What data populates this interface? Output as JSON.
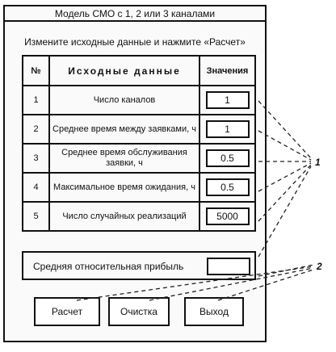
{
  "window": {
    "title": "Модель СМО с 1, 2 или 3 каналами"
  },
  "instruction": "Измените исходные данные и нажмите «Расчет»",
  "table": {
    "headers": {
      "num": "№",
      "data": "Исходные данные",
      "values": "Значения"
    },
    "rows": [
      {
        "num": "1",
        "label": "Число каналов",
        "value": "1"
      },
      {
        "num": "2",
        "label": "Среднее время между заявками, ч",
        "value": "1"
      },
      {
        "num": "3",
        "label": "Среднее время обслуживания заявки, ч",
        "value": "0.5"
      },
      {
        "num": "4",
        "label": "Максимальное время ожидания, ч",
        "value": "0.5"
      },
      {
        "num": "5",
        "label": "Число случайных реализаций",
        "value": "5000"
      }
    ]
  },
  "result": {
    "label": "Средняя относительная прибыль",
    "value": ""
  },
  "buttons": {
    "calc": "Расчет",
    "clear": "Очистка",
    "exit": "Выход"
  },
  "callouts": {
    "inputs": "1",
    "outputs": "2"
  }
}
